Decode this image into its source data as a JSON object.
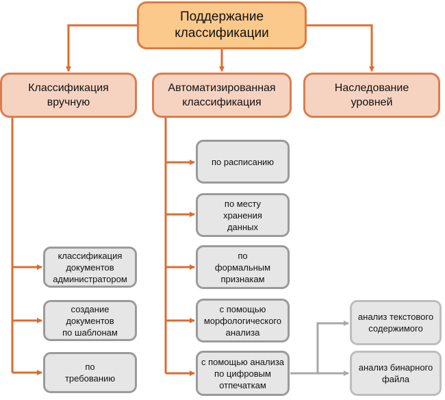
{
  "root": {
    "label": "Поддержание\nклассификации"
  },
  "categories": [
    {
      "label": "Классификация\nвручную"
    },
    {
      "label": "Автоматизированная\nклассификация"
    },
    {
      "label": "Наследование\nуровней"
    }
  ],
  "manual": [
    {
      "label": "классификация\nдокументов\nадминистратором"
    },
    {
      "label": "создание\nдокументов\nпо шаблонам"
    },
    {
      "label": "по\nтребованию"
    }
  ],
  "automated": [
    {
      "label": "по расписанию"
    },
    {
      "label": "по месту\nхранения\nданных"
    },
    {
      "label": "по\nформальным\nпризнакам"
    },
    {
      "label": "с помощью\nморфологического\nанализа"
    },
    {
      "label": "с помощью анализа\nпо цифровым\nотпечаткам"
    }
  ],
  "fingerprint": [
    {
      "label": "анализ текстового\nсодержимого"
    },
    {
      "label": "анализ бинарного\nфайла"
    }
  ],
  "colors": {
    "orange_connector": "#dd6b2f",
    "gray_connector": "#a8a8a8"
  }
}
